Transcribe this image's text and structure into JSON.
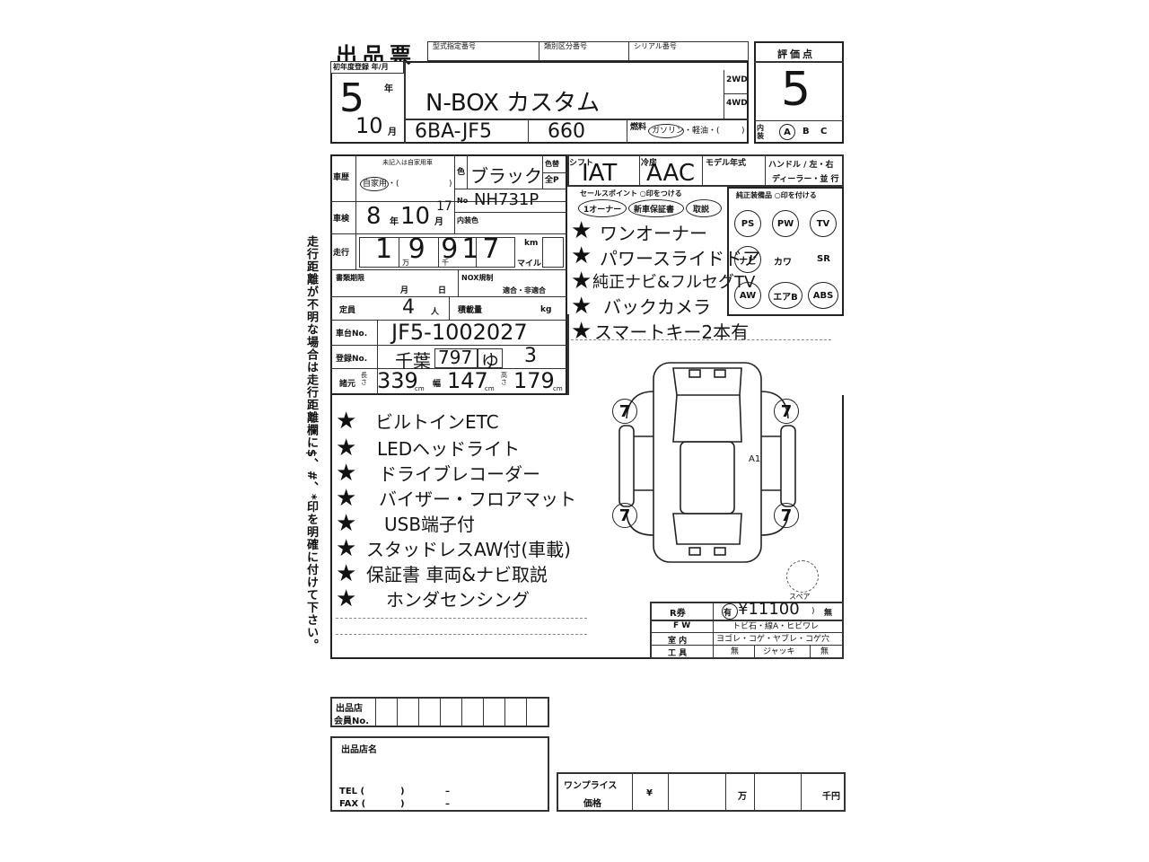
{
  "header": {
    "title": "出品票",
    "model_code_label": "型式指定番号",
    "category_label": "類別区分番号",
    "serial_label": "シリアル番号",
    "first_reg_label": "初年度登録 年/月",
    "year_value": "5",
    "year_unit": "年",
    "month_value": "10",
    "month_unit": "月",
    "car_name": "N-BOX カスタム",
    "model_value": "6BA-JF5",
    "displacement": "660",
    "drive_2wd": "2WD",
    "drive_4wd": "4WD",
    "fuel_label": "燃料",
    "fuel_options": "ガソリン・軽油・(",
    "fuel_selected": "ガソリン",
    "fuel_close": ")"
  },
  "score": {
    "label": "評価点",
    "value": "5",
    "interior_label": "内装",
    "grades": [
      "A",
      "B",
      "C"
    ],
    "selected_grade": "A"
  },
  "history": {
    "label": "車歴",
    "note": "未記入は自家用車",
    "value_prefix": "自家用",
    "value_rest": "・(",
    "value_close": ")"
  },
  "color": {
    "label": "色",
    "value": "ブラック",
    "change_label": "色替",
    "full_label": "全P",
    "no_label": "No",
    "no_value": "NH731P",
    "interior_color_label": "内装色"
  },
  "shift": {
    "label": "シフト",
    "value": "IAT"
  },
  "aircon": {
    "label": "冷房",
    "value": "AAC"
  },
  "model_year_label": "モデル年式",
  "handle": {
    "label": "ハンドル / 左・右",
    "dealer": "ディーラー・並 行"
  },
  "inspection": {
    "label": "車検",
    "year": "8",
    "year_unit": "年",
    "month": "10",
    "month_unit": "月",
    "day": "17"
  },
  "mileage": {
    "label": "走行",
    "digits": "1 9 917",
    "unit_km": "km",
    "unit_mile": "マイル",
    "sep_man": "万",
    "sep_sen": "千"
  },
  "doc_period": {
    "label": "書類期限",
    "month_unit": "月",
    "day_unit": "日",
    "nox_label": "NOX規制",
    "nox_options": "適合・非適合"
  },
  "capacity": {
    "label": "定員",
    "value": "4",
    "unit": "人",
    "load_label": "積載量",
    "load_unit": "kg"
  },
  "chassis": {
    "label": "車台No.",
    "value": "JF5-1002027"
  },
  "registration": {
    "label": "登録No.",
    "region": "千葉",
    "class_no": "797",
    "kana": "ゆ",
    "number": "3"
  },
  "dimensions": {
    "label": "諸元",
    "length_label": "長さ",
    "length": "339",
    "width_label": "幅",
    "width": "147",
    "height_label": "高さ",
    "height": "179",
    "unit": "cm"
  },
  "sales_points": {
    "label": "セールスポイント ○印をつける",
    "tags": [
      "1オーナー",
      "新車保証書",
      "取説"
    ],
    "items": [
      "ワンオーナー",
      "パワースライドドア",
      "純正ナビ&フルセグTV",
      "バックカメラ",
      "スマートキー2本有"
    ]
  },
  "equipment": {
    "label": "純正装備品 ○印を付ける",
    "items": [
      "PS",
      "PW",
      "TV",
      "ナビ",
      "カワ",
      "SR",
      "AW",
      "エアB",
      "ABS"
    ],
    "circled": [
      "PS",
      "PW",
      "TV",
      "ナビ",
      "AW",
      "エアB",
      "ABS"
    ]
  },
  "notes": [
    "ビルトインETC",
    "LEDヘッドライト",
    "ドライブレコーダー",
    "バイザー・フロアマット",
    "USB端子付",
    "スタッドレスAW付(車載)",
    "保証書 車両&ナビ取説",
    "ホンダセンシング"
  ],
  "diagram": {
    "tire_marks": [
      "7",
      "7",
      "7",
      "7"
    ],
    "damage_mark": "A1",
    "spare_label": "スペア"
  },
  "recycle": {
    "label": "R券",
    "status": "有",
    "amount": "¥11100",
    "close": ")",
    "none": "無"
  },
  "fw": {
    "label": "F W",
    "options": "トビ石・線A・ヒビワレ"
  },
  "interior": {
    "label": "室 内",
    "options": "ヨゴレ・コゲ・ヤブレ・コゲ穴"
  },
  "tools": {
    "label": "工 具",
    "opt1": "無",
    "opt2": "ジャッキ",
    "opt3": "無"
  },
  "side_notice": "走行距離が不明な場合は走行距離欄に$、#、*印を明確に付けて下さい。",
  "footer": {
    "member_label_1": "出品店",
    "member_label_2": "会員No.",
    "shop_name_label": "出品店名",
    "tel_label": "TEL (",
    "tel_mid": ")",
    "tel_dash": "–",
    "fax_label": "FAX (",
    "fax_mid": ")",
    "fax_dash": "–",
    "one_price_label_1": "ワンプライス",
    "one_price_label_2": "価格",
    "yen_mark": "¥",
    "man_unit": "万",
    "sen_unit": "千円"
  }
}
